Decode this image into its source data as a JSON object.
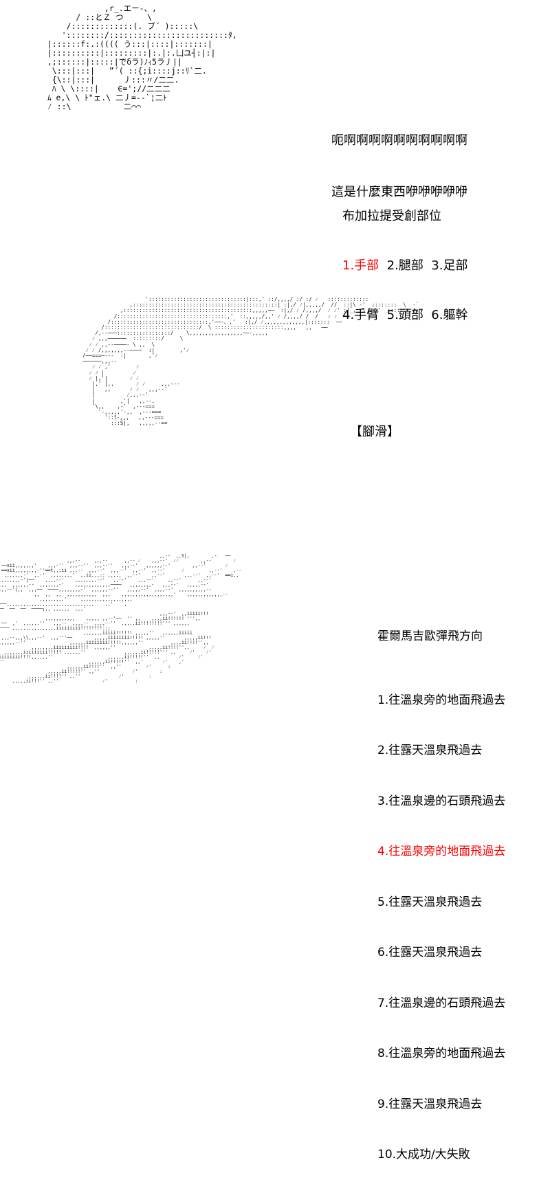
{
  "meta": {
    "background_color": "#ffffff",
    "text_color": "#000000",
    "highlight_color": "#ff0000"
  },
  "ascii_art": {
    "head": "              ,r_.エー-、,\n        / ::とＺ つ     \\\n      /:::::::::::::(. ブ´ ):::::\\\n     '::::::::/:::::::::::::::::::::::::ﾀ,\n  |::::::f:.:(((( う:::|::::|:::::::|\n  |::::::::::|:::::::::|:.|:.凵ユ┤:|:|\n  ,;::::::|:::::|でδラ)ﾉｨ5ラ丿||\n   \\:::|:::|   ”´( ::{;i::::j::ﾘ`二.\n   {\\::|:::|      丿:::〃/二二.\n   ﾊ \\ \\::::|    ∈=';//二二二\n  ﾑ e,\\ \\ ﾄ\"ェ.\\ 二丿=--`¦二ﾄ\n  ⁄ ::\\           二⌒⌒",
    "arm": "                    ':::::::::::::::::::::::::::::::|:::,' ::/,,,,/ :/ :/ ⁄   :::::::::::::\n               ,::::::::::::::::::::::::::::::::::::::::::::::| :|,/ ⁄|,,,,,/  //  ::|\\ -'  ::::::::  \\  -`\n            ,:::::::::::::::::::::::::::::::::::::::::,,,,,──  :|,/ ⁄ /,,,,/  ⁄ ⁄' :|_,  \\ \\--'  ::::::::::\n          /:::::::::::::::::::::::::::::::::::,'  ::,,,,,/,,' ⁄ /,,,,/ /  /   ⁄ ⁄\n        /:::::::::::::::::::::::::::::::,'──-、,'   :|,/ ⁄,,,,,,,,,,,,,|:::::::  ──\n      /::::::::::::::::::::::::::::::/  \\ ::::::::::::::::::::::,,,,   ,,   ──\n    /,--───:::::::::::::::::/    \\,,,,,,,,,,,,,,,,,──-,,,,,\n   ⁄ ,,,──────  :::::::::/     \\\n  ⁄ ⁄ ,,--────- \\ ,,  \\\n ⁄ ⁄ /,,,,,,,--────  :|        ,'⁄\n/──===─---  :|       ,'⁄\n──────,,,--\n   ⁄ ⁄ ,'        ⁄\n  ⁄ ⁄ |         ⁄\n  ⁄ |,'|       ⁄ ⁄\n   |,' |,,       ⁄ ⁄     ,,,---\n   |   ,,      ⁄ ⁄   ,,,--'\n   |          ⁄,,,--'\n   |        ,'|   ,,--,\n   '\\,,    ,-'  ,---===\n     '-,,,,,'-,,  ,---===\n       '::ﾗ-,,,   ,,---===\n         :::S|,   ,,,,,--==",
    "burst": "                                                            ,,--  ,,S|,        ,-   ──\n                          ,,,--     ,,,--      ,,-- ⁄    ,,,--'  ⁄⁄        ,,--        ⁄\n  ──xii,,,,,,,'    ,,,-''  ,,,--''  ,,,--''   ,,,--'   ,,,,,,--'        ,,--'       ⁄\n  ══xii,,,,,,,,-''══t,,;ii ,,,--  ,,,--'  ,,,--'  ,,--'  ,,--'      ⁄         ,,--'    ,--\n   ,,,,,,,-'  ,,-'  ,,,,,,,,'  ,,ii,,,:: ,,,,,  ,,--'    ,,--'       ,,,--'  ,,--'  ══i,,\n ,,,,,,,,-'|──    ,,,,--'    ,,,,,,,,--'   ,,--'    ,,,--'     ,,--'      ,,--'\n ,,,  ,,,,,,--  ,,,,,,,-'    ,,,,,,,,,,,,,────   ,,,,,,,,-   ,,,--'   ,,,,,--'\n ,,,--'|,,  ,,,──  ────,,,,,,,,-'  ,,,,,,--''   ,,,,,--'  ,,,,--'  ,,,,,,,,,,--\n              ,,  ,,  ,,  ,,,,,,,,,,,  ,,,    ,,,,,,,,,,,,,,,,,,,'    ,,,,,,,,,,,,,--\n                ,,,,,,,,,'     ,,,,,,,,,,,,,,,,,,,\n ───,,,,,,,,,,,,,,,,,,,,,,,,,,,,,,,,    ,,'    ,\n ──  ──  ──  ────┐,, ,,,,,,  ,,,'\n                                                            ,,,--'  ,,iiiii!!!\n                  ,,,,,,,,,,,    ,,,,, ,,--'──  '' ,,    ,,,,ii!!!!!! ''',,\n  ──  ,'  ,,,,,,''   ,,,--  ,,,,--  ,,,,--''  ,,,,,ii!!!!!!!!''' ,,,,,,\n ──── ,,,,,,,,,,,,,,,,iiiiiiiii!!!!!!!!:::\n                                ,,,,,,,iiiii!!!!!! ,,,,,''   ,,,,,,iiiii\n  ,,,--,,,\\\\,,,--'  ,,,'''──        ,,,,,iiiiiiii!!!!! ,,,,,''       ,,,,,ii!!!\n ,,,,,,--''                ,,,,,,iiiiiiii!!!!!,,,,,,''          ,,,,ii!!!!'',,\n             ,,,,,,,,iiiiiiiii!!!!  ,,,,,,''            ,,,,,ii!!!!'',,     ⁄  ⁄\n   ,,,,,,,iiiiiiiii!!!!! ,,,,,,''              ,,,,,,ii!!!!!''' ,,     ⁄'    ⁄'\n iiiiiiii!!!!,,,,,,''                    ,,,,,,ii!!!!!''  ,,       ⁄'     ⁄'\n ''                               ,,,,,,ii!!!!!''  ,,'       ⁄'    ,'\n                          ,,,,,,ii!!!!''  ,,''         ⁄'      :\n                   ,,,,,ii!!!!!'' ,,''            ⁄'        :\n            ,,,,,,ii!!!!'' ,,''              ⁄'         :\n      ,,,,,ii!!!'' ,,''                ⁄'          :"
  },
  "overlays": {
    "shout": {
      "line1": "呃啊啊啊啊啊啊啊啊啊啊",
      "line2": "這是什麼東西咿咿咿咿咿"
    },
    "hit_location": {
      "title": "布加拉提受創部位",
      "options": [
        {
          "num": "1.",
          "label": "手部",
          "highlighted": true
        },
        {
          "num": "2.",
          "label": "腿部",
          "highlighted": false
        },
        {
          "num": "3.",
          "label": "足部",
          "highlighted": false
        },
        {
          "num": "4.",
          "label": "手臂",
          "highlighted": false
        },
        {
          "num": "5.",
          "label": "頭部",
          "highlighted": false
        },
        {
          "num": "6.",
          "label": "軀幹",
          "highlighted": false
        }
      ],
      "row1": "1.手部  2.腿部  3.足部",
      "row2": "4.手臂  5.頭部  6.軀幹"
    },
    "slip": {
      "label": "【腳滑】"
    },
    "direction": {
      "title": "霍爾馬吉歐彈飛方向",
      "options": [
        {
          "text": "1.往溫泉旁的地面飛過去",
          "highlighted": false
        },
        {
          "text": "2.往露天溫泉飛過去",
          "highlighted": false
        },
        {
          "text": "3.往溫泉邊的石頭飛過去",
          "highlighted": false
        },
        {
          "text": "4.往溫泉旁的地面飛過去",
          "highlighted": true
        },
        {
          "text": "5.往露天溫泉飛過去",
          "highlighted": false
        },
        {
          "text": "6.往露天溫泉飛過去",
          "highlighted": false
        },
        {
          "text": "7.往溫泉邊的石頭飛過去",
          "highlighted": false
        },
        {
          "text": "8.往溫泉旁的地面飛過去",
          "highlighted": false
        },
        {
          "text": "9.往露天溫泉飛過去",
          "highlighted": false
        },
        {
          "text": "10.大成功/大失敗",
          "highlighted": false
        }
      ]
    }
  }
}
